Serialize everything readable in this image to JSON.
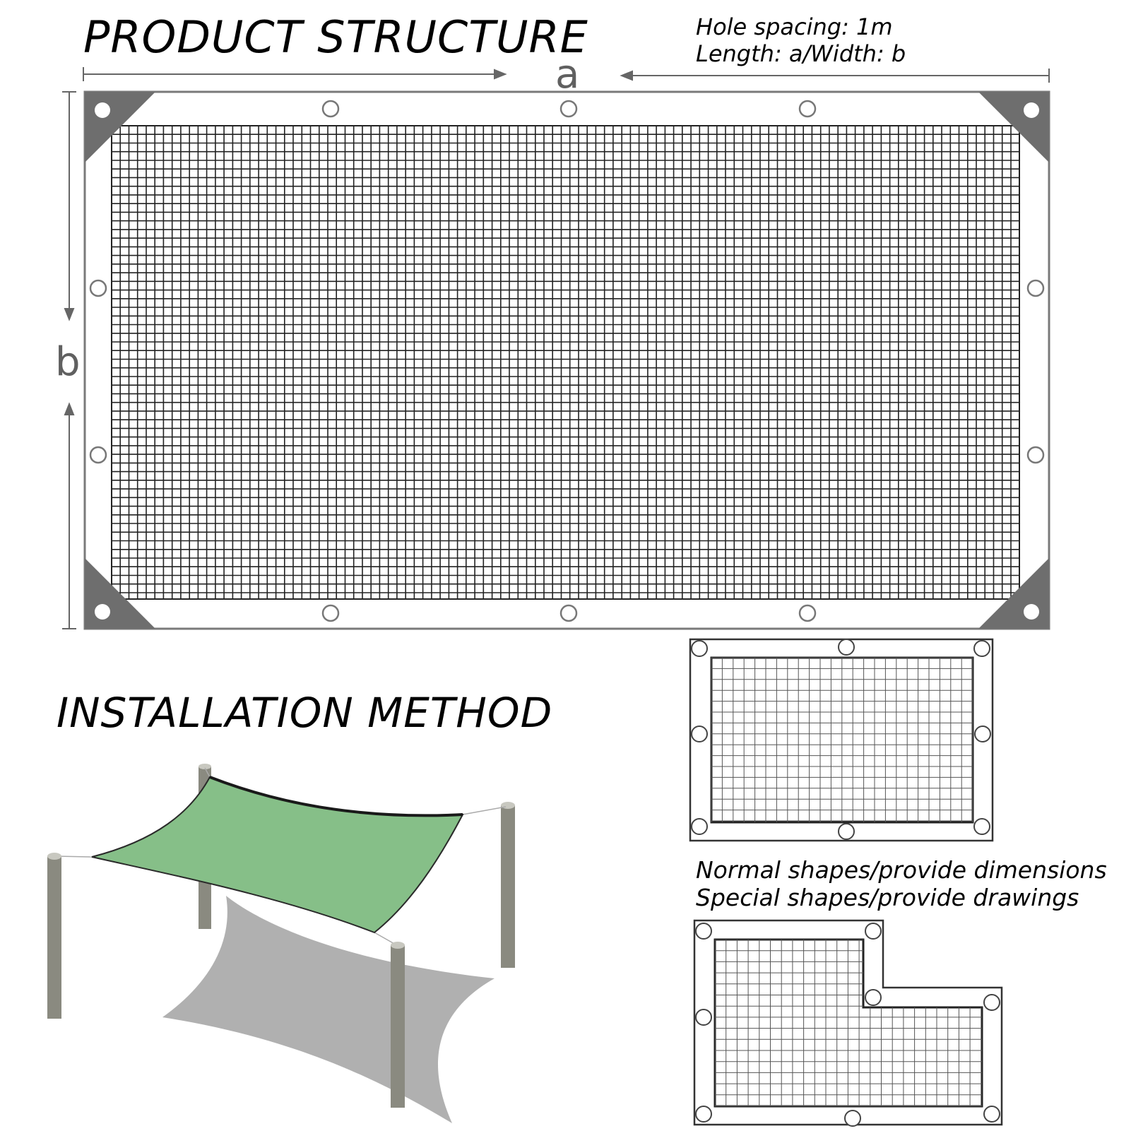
{
  "product_structure": {
    "title": "PRODUCT STRUCTURE",
    "hole_spacing": "Hole spacing: 1m",
    "length_width": "Length: a/Width: b",
    "dim_a": "a",
    "dim_b": "b"
  },
  "installation": {
    "title": "INSTALLATION METHOD"
  },
  "shapes": {
    "normal": "Normal shapes/provide dimensions",
    "special": "Special shapes/provide drawings"
  },
  "colors": {
    "shade_green": "#86bf88",
    "shadow_gray": "#b0b0b0",
    "post_gray": "#8a8a80",
    "corner_gray": "#6e6e6e",
    "grid_line": "#222222",
    "frame_line": "#7a7a7a"
  }
}
